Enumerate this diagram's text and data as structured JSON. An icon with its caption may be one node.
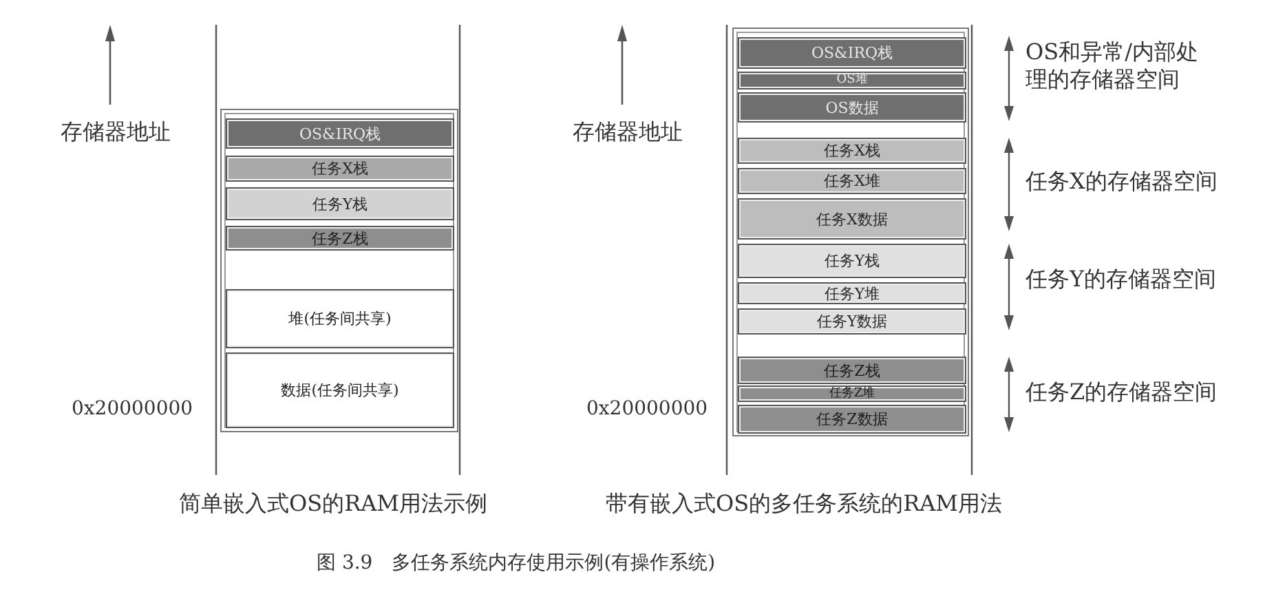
{
  "diagram": {
    "caption": "图 3.9　多任务系统内存使用示例(有操作系统)",
    "nodes": [
      {
        "text": [],
        "shape": "box"
      },
      {
        "text": [
          "OS&IRQ栈"
        ],
        "in": 0
      },
      {
        "text": [
          "任务X栈"
        ],
        "in": 0
      },
      {
        "text": [
          "任务Y栈"
        ],
        "in": 0
      },
      {
        "text": [
          "任务Z栈"
        ],
        "in": 0
      },
      {
        "text": [
          "堆(任务间共享)"
        ],
        "in": 0
      },
      {
        "text": [
          "数据(任务间共享)"
        ],
        "in": 0
      },
      {
        "text": [],
        "shape": "box"
      },
      {
        "text": [
          "OS&IRQ栈"
        ],
        "in": 7
      },
      {
        "text": [
          "OS堆"
        ],
        "in": 7
      },
      {
        "text": [
          "OS数据"
        ],
        "in": 7
      },
      {
        "text": [
          "任务X栈"
        ],
        "in": 7
      },
      {
        "text": [
          "任务X堆"
        ],
        "in": 7
      },
      {
        "text": [
          "任务X数据"
        ],
        "in": 7
      },
      {
        "text": [
          "任务Y栈"
        ],
        "in": 7
      },
      {
        "text": [
          "任务Y堆"
        ],
        "in": 7
      },
      {
        "text": [
          "任务Y数据"
        ],
        "in": 7
      },
      {
        "text": [
          "任务Z栈"
        ],
        "in": 7
      },
      {
        "text": [
          "任务Z堆"
        ],
        "in": 7
      },
      {
        "text": [
          "任务Z数据"
        ],
        "in": 7
      }
    ],
    "labels": [
      "存储器地址",
      "0x20000000",
      "简单嵌入式OS的RAM用法示例",
      "存储器地址",
      "OS和异常/内部处理的存储器空间",
      "任务X的存储器空间",
      "任务Y的存储器空间",
      "0x20000000",
      "任务Z的存储器空间",
      "带有嵌入式OS的多任务系统的RAM用法"
    ]
  }
}
